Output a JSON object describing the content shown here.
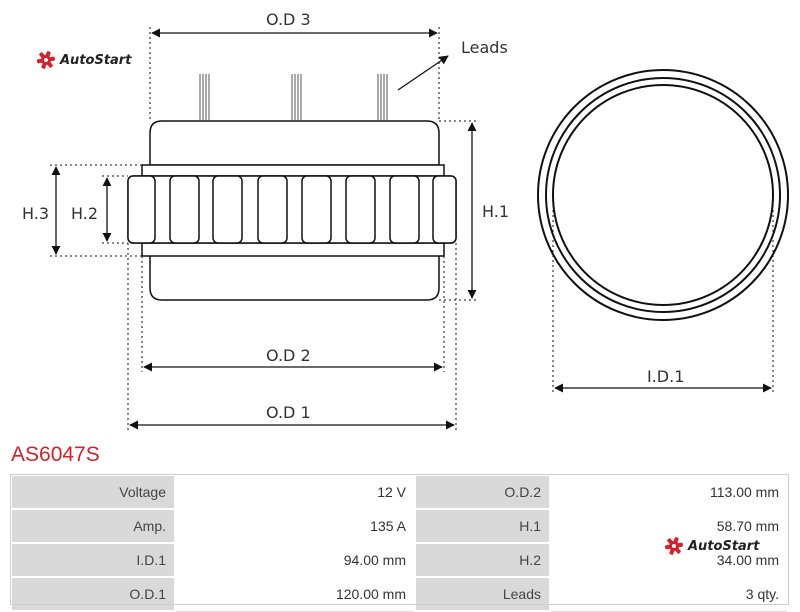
{
  "brand": {
    "name": "AutoStart",
    "color": "#d6202a"
  },
  "drawing": {
    "labels": {
      "od3": "O.D 3",
      "leads": "Leads",
      "h1": "H.1",
      "h2": "H.2",
      "h3": "H.3",
      "od2": "O.D 2",
      "od1": "O.D 1",
      "id1": "I.D.1"
    }
  },
  "part_code": "AS6047S",
  "specs": {
    "rows": [
      {
        "k1": "Voltage",
        "v1": "12 V",
        "k2": "O.D.2",
        "v2": "113.00 mm"
      },
      {
        "k1": "Amp.",
        "v1": "135 A",
        "k2": "H.1",
        "v2": "58.70 mm"
      },
      {
        "k1": "I.D.1",
        "v1": "94.00 mm",
        "k2": "H.2",
        "v2": "34.00 mm"
      },
      {
        "k1": "O.D.1",
        "v1": "120.00 mm",
        "k2": "Leads",
        "v2": "3 qty."
      }
    ]
  }
}
